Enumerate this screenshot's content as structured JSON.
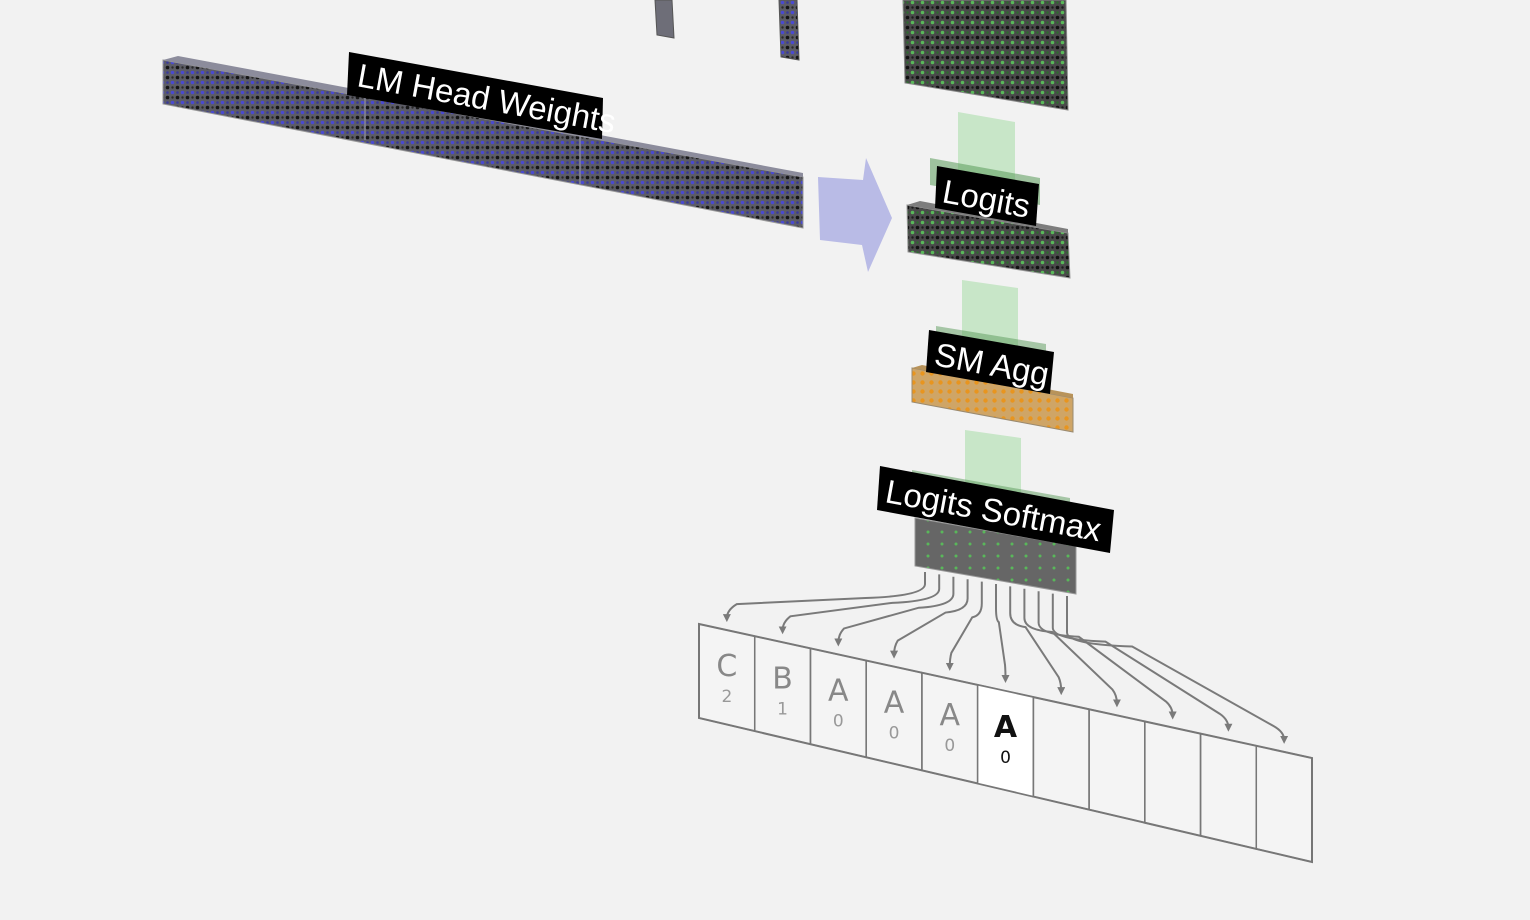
{
  "labels": {
    "lm_head_weights": "LM Head Weights",
    "logits": "Logits",
    "sm_agg": "SM Agg",
    "logits_softmax": "Logits Softmax"
  },
  "colors": {
    "background": "#f2f2f2",
    "weights_dot": "#4a4ad0",
    "residual_dot": "#59b85a",
    "agg_dot": "#e0a040",
    "flow_green": "#c8e6c8",
    "arrow_purple": "#b9bbe6",
    "label_bg": "#000000"
  },
  "tokens": [
    {
      "char": "C",
      "index": "2"
    },
    {
      "char": "B",
      "index": "1"
    },
    {
      "char": "A",
      "index": "0"
    },
    {
      "char": "A",
      "index": "0"
    },
    {
      "char": "A",
      "index": "0"
    },
    {
      "char": "A",
      "index": "0"
    },
    {
      "char": "",
      "index": ""
    },
    {
      "char": "",
      "index": ""
    },
    {
      "char": "",
      "index": ""
    },
    {
      "char": "",
      "index": ""
    },
    {
      "char": "",
      "index": ""
    }
  ],
  "active_token": 5
}
